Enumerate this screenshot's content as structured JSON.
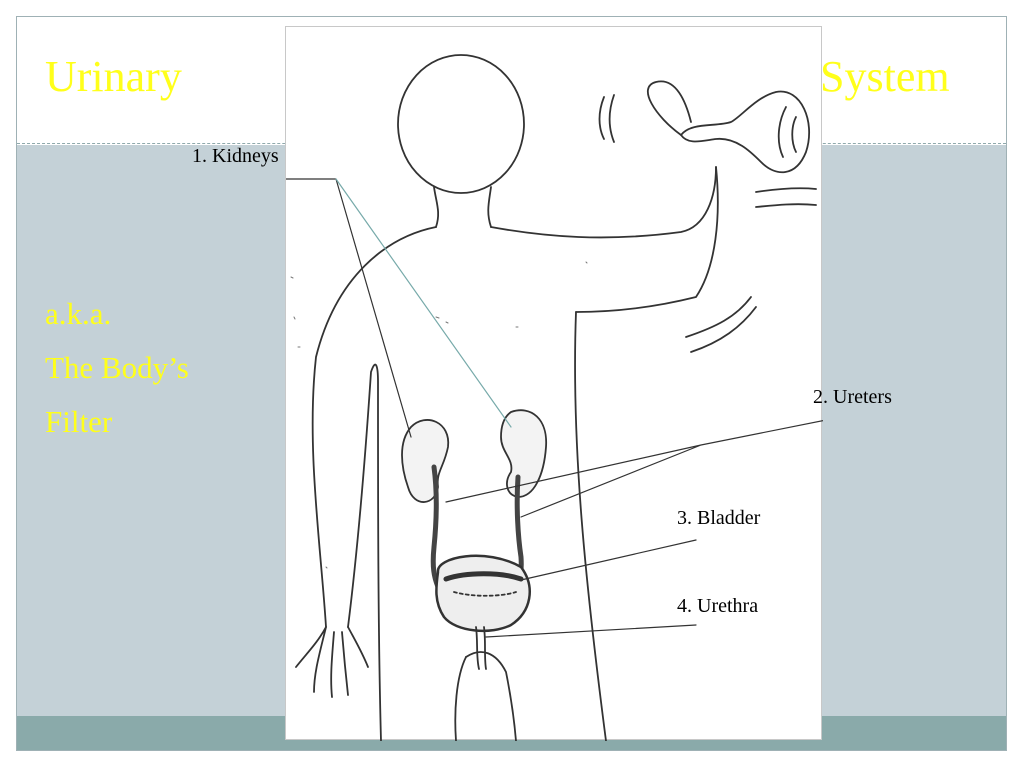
{
  "slide": {
    "title_left": "Urinary",
    "title_right": "System",
    "subtitle_lines": [
      "a.k.a.",
      "The Body’s",
      "Filter"
    ]
  },
  "diagram": {
    "labels": {
      "kidneys": "1. Kidneys",
      "ureters": "2. Ureters",
      "bladder": "3. Bladder",
      "urethra": "4. Urethra"
    }
  },
  "colors": {
    "title_text": "#ffff1a",
    "content_band": "#c4d1d7",
    "footer_band": "#8aaaaa"
  }
}
